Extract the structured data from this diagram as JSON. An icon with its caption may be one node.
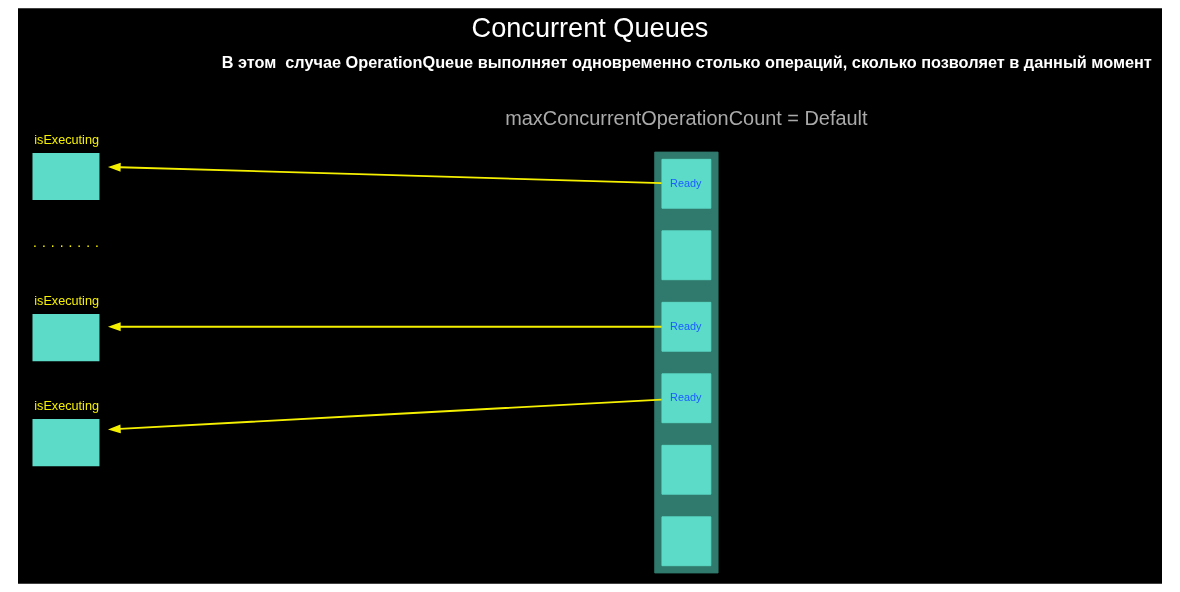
{
  "diagram": {
    "title": "Concurrent Queues",
    "caption": "В этом  случае OperationQueue выполняет одновременно столько операций, сколько позволяет в данный момент",
    "nodes": [
      {
        "text": [
          "isExecuting"
        ]
      },
      {
        "text": [
          "isExecuting"
        ]
      },
      {
        "text": [
          "isExecuting"
        ]
      },
      {
        "text": [],
        "shape": "bar"
      },
      {
        "text": [
          "Ready"
        ],
        "in": 3
      },
      {
        "text": [],
        "shape": "box",
        "in": 3
      },
      {
        "text": [
          "Ready"
        ],
        "in": 3
      },
      {
        "text": [
          "Ready"
        ],
        "in": 3
      },
      {
        "text": [],
        "shape": "box",
        "in": 3
      },
      {
        "text": [],
        "shape": "box",
        "in": 3
      }
    ],
    "edges": [
      {
        "from": 6,
        "to": 0,
        "arrow": "to"
      },
      {
        "from": 4,
        "to": 1,
        "arrow": "to"
      },
      {
        "from": 7,
        "to": 2,
        "arrow": "to"
      }
    ],
    "labels": [
      "maxConcurrentOperationCount = Default",
      "· · · · · · · ·"
    ]
  }
}
